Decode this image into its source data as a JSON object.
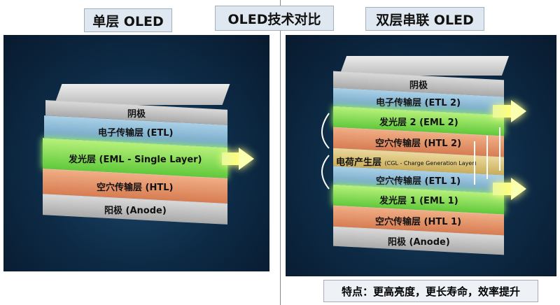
{
  "titles": {
    "left": "单层 OLED",
    "center": "OLED技术对比",
    "right": "双层串联 OLED"
  },
  "single": {
    "layers": [
      "阴极",
      "电子传输层 (ETL)",
      "发光层 (EML - Single Layer)",
      "空穴传输层 (HTL)",
      "阳极 (Anode)"
    ]
  },
  "tandem": {
    "layers": [
      "阴极",
      "电子传输层 (ETL 2)",
      "发光层 2 (EML 2)",
      "空穴传输层 (HTL 2)",
      "空穴传输层 (ETL 1)",
      "发光层 1 (EML 1)",
      "空穴传输层 (HTL 1)",
      "阳极 (Anode)"
    ],
    "cgl_main": "电荷产生层",
    "cgl_sub": "(CGL - Charge Generation Layer)"
  },
  "note": "特点：更高亮度，更长寿命，效率提升"
}
